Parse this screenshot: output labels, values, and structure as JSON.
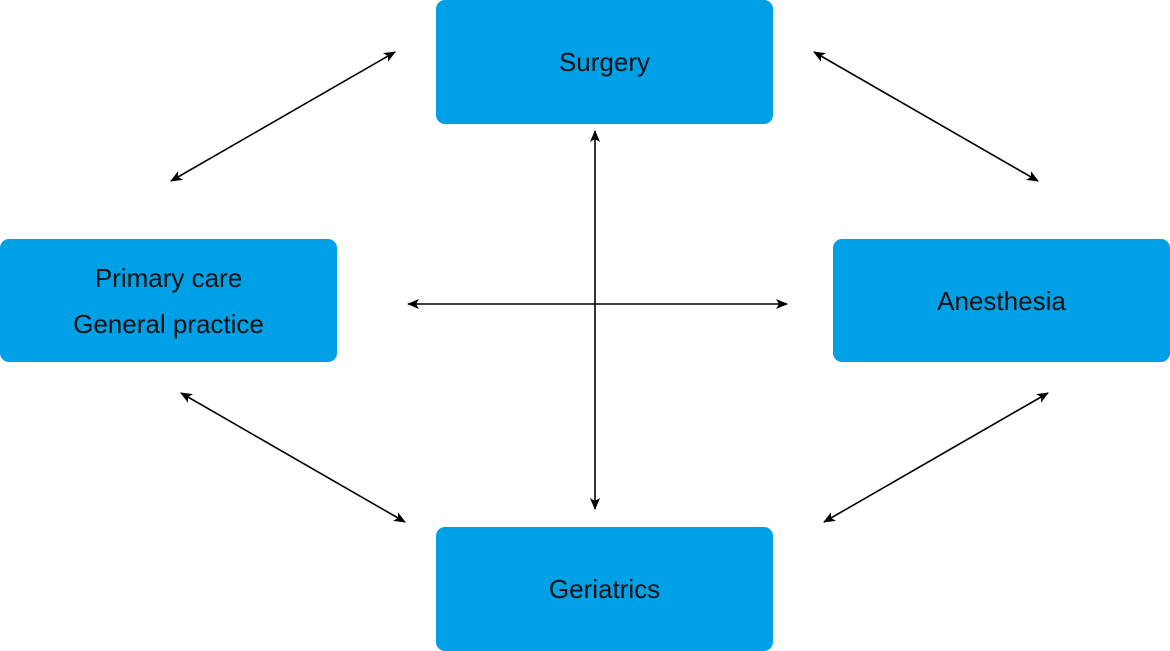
{
  "diagram": {
    "nodes": {
      "surgery": {
        "label": "Surgery"
      },
      "primary_care": {
        "lines": [
          "Primary care",
          "General practice"
        ]
      },
      "anesthesia": {
        "label": "Anesthesia"
      },
      "geriatrics": {
        "label": "Geriatrics"
      }
    },
    "edges": [
      {
        "from": "surgery",
        "to": "primary_care",
        "direction": "both"
      },
      {
        "from": "surgery",
        "to": "anesthesia",
        "direction": "both"
      },
      {
        "from": "surgery",
        "to": "geriatrics",
        "direction": "both"
      },
      {
        "from": "primary_care",
        "to": "anesthesia",
        "direction": "both"
      },
      {
        "from": "primary_care",
        "to": "geriatrics",
        "direction": "both"
      },
      {
        "from": "anesthesia",
        "to": "geriatrics",
        "direction": "both"
      }
    ],
    "colors": {
      "node_fill": "#00a0e6",
      "node_text": "#111111",
      "arrow": "#000000"
    }
  }
}
